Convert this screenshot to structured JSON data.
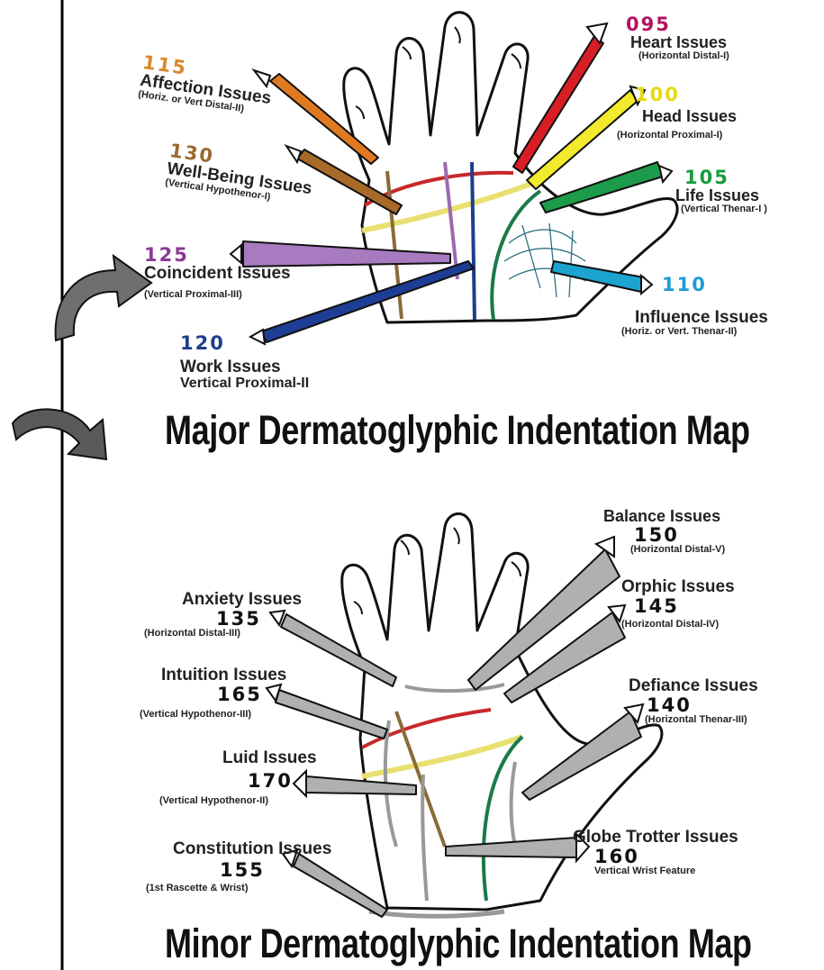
{
  "major_map": {
    "title": "Major Dermatoglyphic Indentation Map",
    "labels": [
      {
        "id": "heart",
        "number": "095",
        "name": "Heart Issues",
        "sub": "(Horizontal Distal-I)",
        "color": "#b2145f"
      },
      {
        "id": "head",
        "number": "100",
        "name": "Head Issues",
        "sub": "(Horizontal Proximal-I)",
        "color": "#e6da10"
      },
      {
        "id": "life",
        "number": "105",
        "name": "Life Issues",
        "sub": "(Vertical Thenar-I )",
        "color": "#179c3c"
      },
      {
        "id": "influence",
        "number": "110",
        "name": "Influence Issues",
        "sub": "(Horiz. or Vert. Thenar-II)",
        "color": "#1f9bd4"
      },
      {
        "id": "affection",
        "number": "115",
        "name": "Affection Issues",
        "sub": "(Horiz. or Vert Distal-II)",
        "color": "#d9892e"
      },
      {
        "id": "wellbeing",
        "number": "130",
        "name": "Well-Being Issues",
        "sub": "(Vertical Hypothenor-I)",
        "color": "#9b6a2f"
      },
      {
        "id": "coincident",
        "number": "125",
        "name": "Coincident Issues",
        "sub": "(Vertical Proximal-III)",
        "color": "#8a3a94"
      },
      {
        "id": "work",
        "number": "120",
        "name": "Work Issues",
        "sub": "Vertical Proximal-II",
        "color": "#1f3e8a"
      }
    ]
  },
  "minor_map": {
    "title": "Minor Dermatoglyphic Indentation Map",
    "labels": [
      {
        "id": "balance",
        "number": "150",
        "name": "Balance Issues",
        "sub": "(Horizontal Distal-V)"
      },
      {
        "id": "orphic",
        "number": "145",
        "name": "Orphic Issues",
        "sub": "(Horizontal Distal-IV)"
      },
      {
        "id": "anxiety",
        "number": "135",
        "name": "Anxiety Issues",
        "sub": "(Horizontal Distal-III)"
      },
      {
        "id": "intuition",
        "number": "165",
        "name": "Intuition Issues",
        "sub": "(Vertical Hypothenor-III)"
      },
      {
        "id": "defiance",
        "number": "140",
        "name": "Defiance Issues",
        "sub": "(Horizontal Thenar-III)"
      },
      {
        "id": "luid",
        "number": "170",
        "name": "Luid Issues",
        "sub": "(Vertical Hypothenor-II)"
      },
      {
        "id": "constitution",
        "number": "155",
        "name": "Constitution Issues",
        "sub": "(1st Rascette & Wrist)"
      },
      {
        "id": "globetrotter",
        "number": "160",
        "name": "Globe Trotter Issues",
        "sub": "Vertical Wrist Feature"
      }
    ]
  },
  "colors": {
    "line_heart": "#c8282a",
    "line_head": "#e8e070",
    "line_life": "#1a7a4a",
    "line_gray": "#999999",
    "pointer_gray": "#b0b0b0",
    "outline": "#111111"
  },
  "icons": [
    "curved-arrow-icon",
    "hand-outline-icon",
    "pointer-arrow-icon"
  ]
}
